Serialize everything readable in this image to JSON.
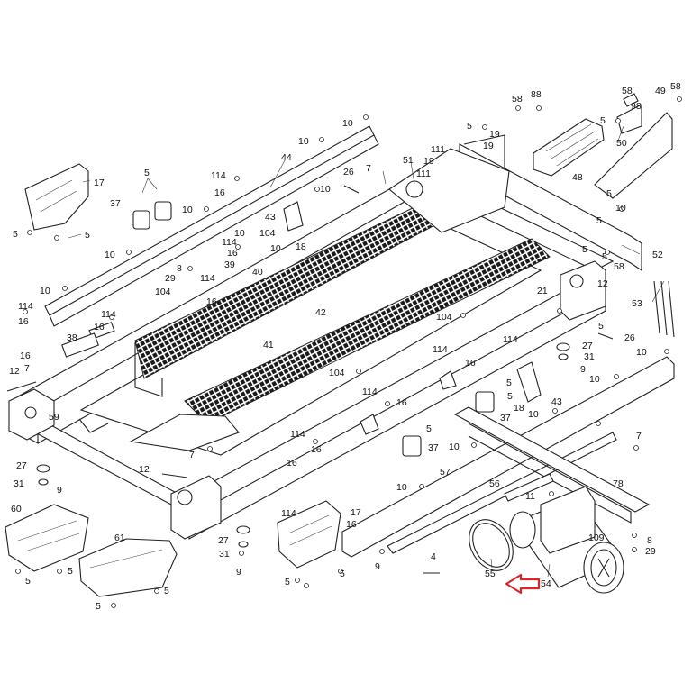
{
  "diagram": {
    "highlight_color": "#d62828",
    "highlighted_part": "54",
    "labels": [
      {
        "id": "l1",
        "text": "10"
      },
      {
        "id": "l2",
        "text": "10"
      },
      {
        "id": "l3",
        "text": "10"
      },
      {
        "id": "l4",
        "text": "10"
      },
      {
        "id": "l5",
        "text": "10"
      },
      {
        "id": "l6",
        "text": "10"
      },
      {
        "id": "l7",
        "text": "10"
      },
      {
        "id": "l8",
        "text": "10"
      },
      {
        "id": "l9",
        "text": "10"
      },
      {
        "id": "l10",
        "text": "10"
      },
      {
        "id": "l11",
        "text": "10"
      },
      {
        "id": "l12",
        "text": "5"
      },
      {
        "id": "l13",
        "text": "5"
      },
      {
        "id": "l14",
        "text": "5"
      },
      {
        "id": "l15",
        "text": "5"
      },
      {
        "id": "l16",
        "text": "5"
      },
      {
        "id": "l17",
        "text": "5"
      },
      {
        "id": "l18",
        "text": "5"
      },
      {
        "id": "l19",
        "text": "5"
      },
      {
        "id": "l20",
        "text": "5"
      },
      {
        "id": "l21",
        "text": "5"
      },
      {
        "id": "l22",
        "text": "5"
      },
      {
        "id": "l23",
        "text": "5"
      },
      {
        "id": "l24",
        "text": "5"
      },
      {
        "id": "l25",
        "text": "5"
      },
      {
        "id": "l26",
        "text": "17"
      },
      {
        "id": "l27",
        "text": "37"
      },
      {
        "id": "l28",
        "text": "44"
      },
      {
        "id": "l29",
        "text": "114"
      },
      {
        "id": "l30",
        "text": "16"
      },
      {
        "id": "l31",
        "text": "26"
      },
      {
        "id": "l32",
        "text": "7"
      },
      {
        "id": "l33",
        "text": "51"
      },
      {
        "id": "l34",
        "text": "111"
      },
      {
        "id": "l35",
        "text": "19"
      },
      {
        "id": "l36",
        "text": "111"
      },
      {
        "id": "l37",
        "text": "19"
      },
      {
        "id": "l38",
        "text": "19"
      },
      {
        "id": "l39",
        "text": "58"
      },
      {
        "id": "l40",
        "text": "88"
      },
      {
        "id": "l41",
        "text": "48"
      },
      {
        "id": "l42",
        "text": "58"
      },
      {
        "id": "l43",
        "text": "98"
      },
      {
        "id": "l44",
        "text": "49"
      },
      {
        "id": "l45",
        "text": "58"
      },
      {
        "id": "l46",
        "text": "50"
      },
      {
        "id": "l47",
        "text": "52"
      },
      {
        "id": "l48",
        "text": "58"
      },
      {
        "id": "l49",
        "text": "43"
      },
      {
        "id": "l50",
        "text": "104"
      },
      {
        "id": "l51",
        "text": "18"
      },
      {
        "id": "l52",
        "text": "114"
      },
      {
        "id": "l53",
        "text": "16"
      },
      {
        "id": "l54",
        "text": "8"
      },
      {
        "id": "l55",
        "text": "29"
      },
      {
        "id": "l56",
        "text": "39"
      },
      {
        "id": "l57",
        "text": "40"
      },
      {
        "id": "l58",
        "text": "114"
      },
      {
        "id": "l59",
        "text": "104"
      },
      {
        "id": "l60",
        "text": "16"
      },
      {
        "id": "l61",
        "text": "114"
      },
      {
        "id": "l62",
        "text": "16"
      },
      {
        "id": "l63",
        "text": "38"
      },
      {
        "id": "l64",
        "text": "114"
      },
      {
        "id": "l65",
        "text": "16"
      },
      {
        "id": "l66",
        "text": "16"
      },
      {
        "id": "l67",
        "text": "42"
      },
      {
        "id": "l68",
        "text": "41"
      },
      {
        "id": "l69",
        "text": "104"
      },
      {
        "id": "l70",
        "text": "12"
      },
      {
        "id": "l71",
        "text": "7"
      },
      {
        "id": "l72",
        "text": "59"
      },
      {
        "id": "l73",
        "text": "21"
      },
      {
        "id": "l74",
        "text": "12"
      },
      {
        "id": "l75",
        "text": "53"
      },
      {
        "id": "l76",
        "text": "26"
      },
      {
        "id": "l77",
        "text": "114"
      },
      {
        "id": "l78",
        "text": "27"
      },
      {
        "id": "l79",
        "text": "31"
      },
      {
        "id": "l80",
        "text": "9"
      },
      {
        "id": "l81",
        "text": "114"
      },
      {
        "id": "l82",
        "text": "16"
      },
      {
        "id": "l83",
        "text": "104"
      },
      {
        "id": "l84",
        "text": "114"
      },
      {
        "id": "l85",
        "text": "16"
      },
      {
        "id": "l86",
        "text": "37"
      },
      {
        "id": "l87",
        "text": "18"
      },
      {
        "id": "l88",
        "text": "43"
      },
      {
        "id": "l89",
        "text": "114"
      },
      {
        "id": "l90",
        "text": "16"
      },
      {
        "id": "l91",
        "text": "37"
      },
      {
        "id": "l92",
        "text": "27"
      },
      {
        "id": "l93",
        "text": "31"
      },
      {
        "id": "l94",
        "text": "9"
      },
      {
        "id": "l95",
        "text": "12"
      },
      {
        "id": "l96",
        "text": "7"
      },
      {
        "id": "l97",
        "text": "16"
      },
      {
        "id": "l98",
        "text": "57"
      },
      {
        "id": "l99",
        "text": "56"
      },
      {
        "id": "l100",
        "text": "7"
      },
      {
        "id": "l101",
        "text": "78"
      },
      {
        "id": "l102",
        "text": "11"
      },
      {
        "id": "l103",
        "text": "60"
      },
      {
        "id": "l104",
        "text": "61"
      },
      {
        "id": "l105",
        "text": "27"
      },
      {
        "id": "l106",
        "text": "31"
      },
      {
        "id": "l107",
        "text": "9"
      },
      {
        "id": "l108",
        "text": "114"
      },
      {
        "id": "l109",
        "text": "17"
      },
      {
        "id": "l110",
        "text": "16"
      },
      {
        "id": "l111",
        "text": "9"
      },
      {
        "id": "l112",
        "text": "4"
      },
      {
        "id": "l113",
        "text": "55"
      },
      {
        "id": "l114",
        "text": "54"
      },
      {
        "id": "l115",
        "text": "109"
      },
      {
        "id": "l116",
        "text": "8"
      },
      {
        "id": "l117",
        "text": "29"
      },
      {
        "id": "l118",
        "text": "5"
      },
      {
        "id": "l119",
        "text": "5"
      },
      {
        "id": "l120",
        "text": "5"
      },
      {
        "id": "l121",
        "text": "5"
      },
      {
        "id": "l122",
        "text": "5"
      },
      {
        "id": "l123",
        "text": "10"
      },
      {
        "id": "l124",
        "text": "10"
      },
      {
        "id": "l125",
        "text": "10"
      }
    ]
  }
}
